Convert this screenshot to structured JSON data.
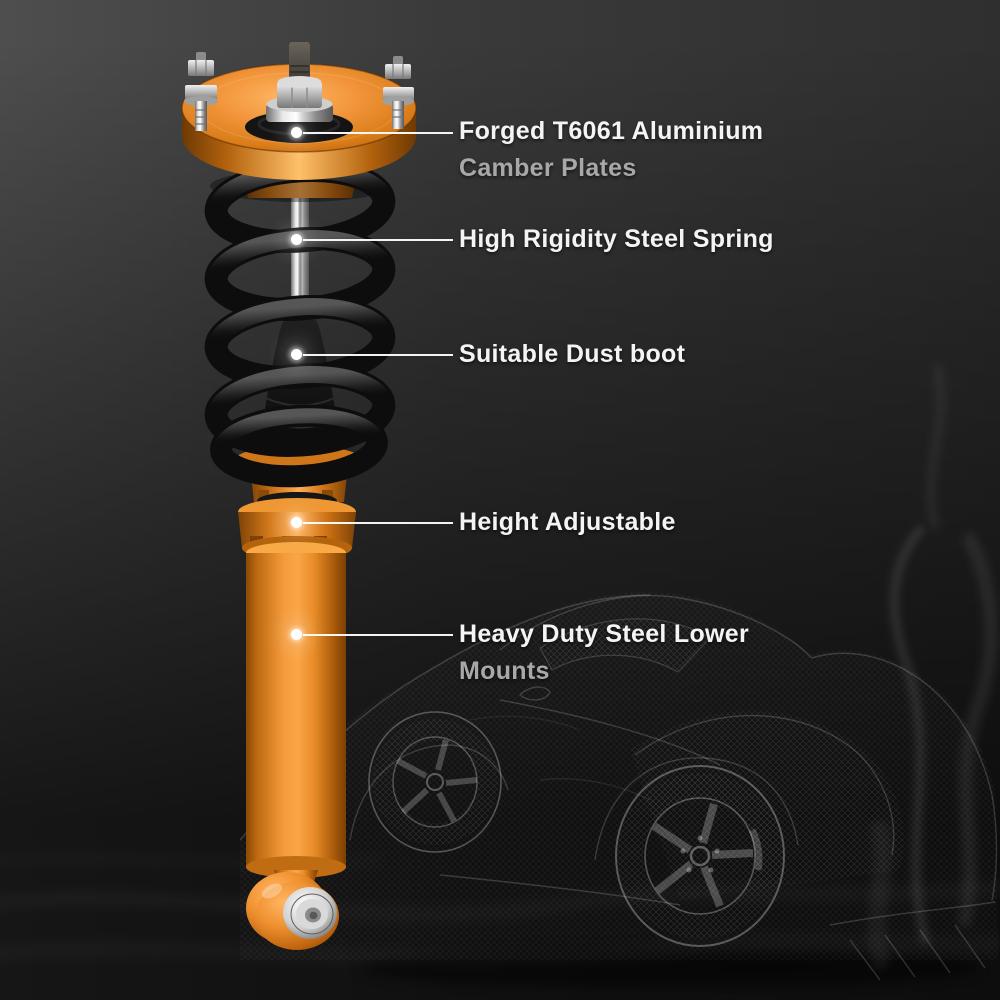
{
  "callouts": [
    {
      "lines": [
        "Forged T6061 Aluminium",
        "Camber Plates"
      ]
    },
    {
      "lines": [
        "High Rigidity Steel Spring"
      ]
    },
    {
      "lines": [
        "Suitable Dust boot"
      ]
    },
    {
      "lines": [
        "Height Adjustable"
      ]
    },
    {
      "lines": [
        "Heavy Duty Steel Lower",
        "Mounts"
      ]
    }
  ],
  "colors": {
    "accent_orange": "#f0912f",
    "text_primary": "#f4f4f4",
    "text_secondary": "#a8a8a8",
    "leader_line": "#ffffff",
    "background_top_left": "#4e4e4e",
    "background_bottom": "#0e0e0e",
    "spring_black": "#0d0d0d"
  }
}
